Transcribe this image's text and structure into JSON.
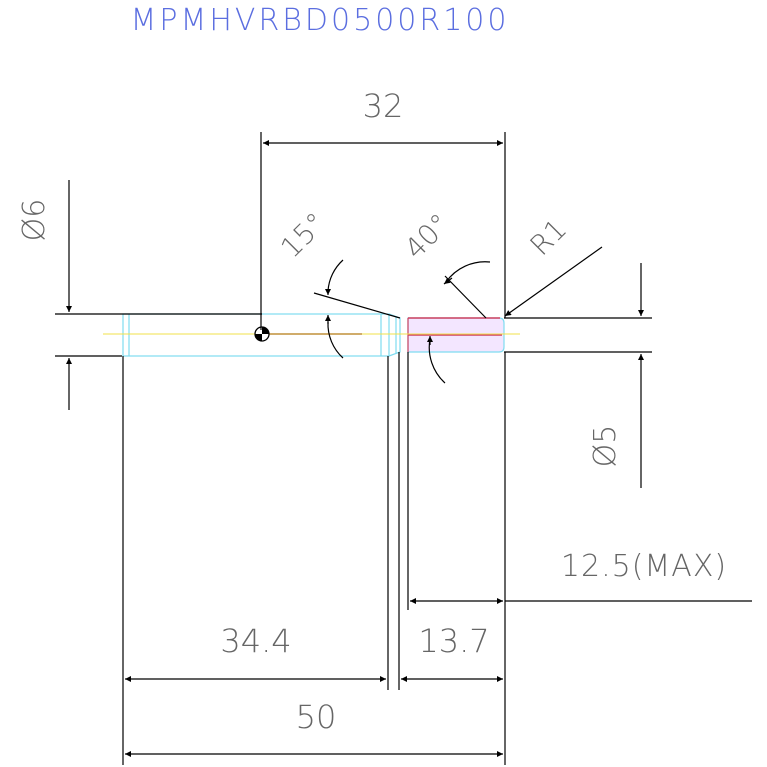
{
  "title": "MPMHVRBD0500R100",
  "dimensions": {
    "length_32": "32",
    "shank_dia": "Ø6",
    "angle_15": "15°",
    "angle_40": "40°",
    "radius": "R1",
    "neck_dia": "Ø5",
    "neck_length": "12.5(MAX)",
    "length_34_4": "34.4",
    "length_13_7": "13.7",
    "overall_50": "50"
  },
  "colors": {
    "title": "#5b6ee0",
    "text": "#666666",
    "line": "#000000",
    "tool_outline": "#7fdcf0",
    "centerline": "#f2e04a",
    "flute": "#d04060",
    "flute_fill": "#f3e6ff",
    "axis": "#c0903a"
  }
}
